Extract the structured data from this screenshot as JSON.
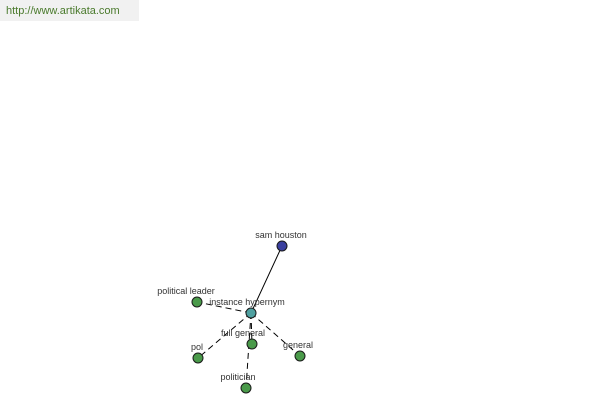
{
  "header": {
    "url": "http://www.artikata.com"
  },
  "graph": {
    "center": {
      "label": "instance hypernym",
      "color": "#4fa0a0"
    },
    "nodes": [
      {
        "id": "sam-houston",
        "label": "sam houston",
        "color": "#3a3f9e",
        "edge": "solid"
      },
      {
        "id": "political-leader",
        "label": "political leader",
        "color": "#4a9a4a",
        "edge": "dashed"
      },
      {
        "id": "full-general",
        "label": "full general",
        "color": "#4a9a4a",
        "edge": "dashed"
      },
      {
        "id": "general",
        "label": "general",
        "color": "#4a9a4a",
        "edge": "dashed"
      },
      {
        "id": "pol",
        "label": "pol",
        "color": "#4a9a4a",
        "edge": "dashed"
      },
      {
        "id": "politician",
        "label": "politician",
        "color": "#4a9a4a",
        "edge": "dashed"
      }
    ]
  }
}
